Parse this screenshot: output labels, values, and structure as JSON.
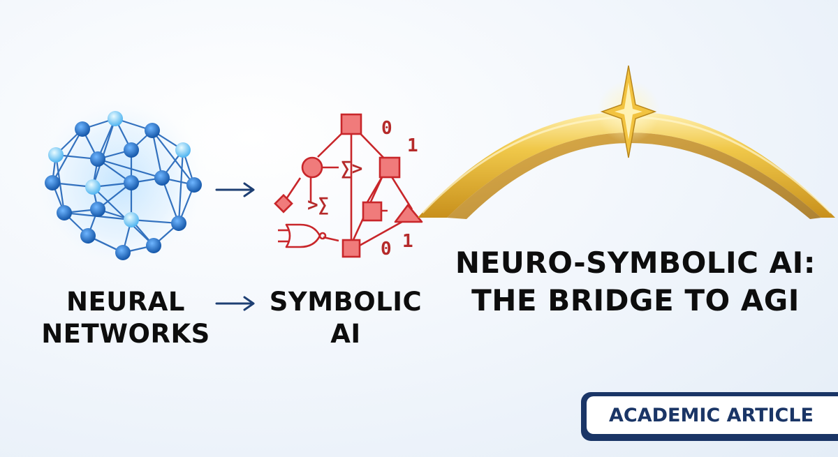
{
  "labels": {
    "neural_line1": "NEURAL",
    "neural_line2": "NETWORKS",
    "symbolic_line1": "SYMBOLIC",
    "symbolic_line2": "AI",
    "title_line1": "NEURO-SYMBOLIC AI:",
    "title_line2": "THE BRIDGE TO AGI"
  },
  "symbols": {
    "sum_arrow": "∑>",
    "greater_sum": ">∑",
    "zero_top": "0",
    "one_top": "1",
    "zero_bottom": "0",
    "one_bottom": "1"
  },
  "badge": {
    "text": "ACADEMIC ARTICLE"
  },
  "colors": {
    "neural_blue": "#1f6fc4",
    "symbolic_red": "#c8262a",
    "bridge_gold": "#e2b53a",
    "navy": "#1a3566"
  },
  "icons": [
    "neural-network-icon",
    "logic-diagram-icon",
    "golden-bridge-icon",
    "star-icon",
    "arrow-right-icon"
  ]
}
